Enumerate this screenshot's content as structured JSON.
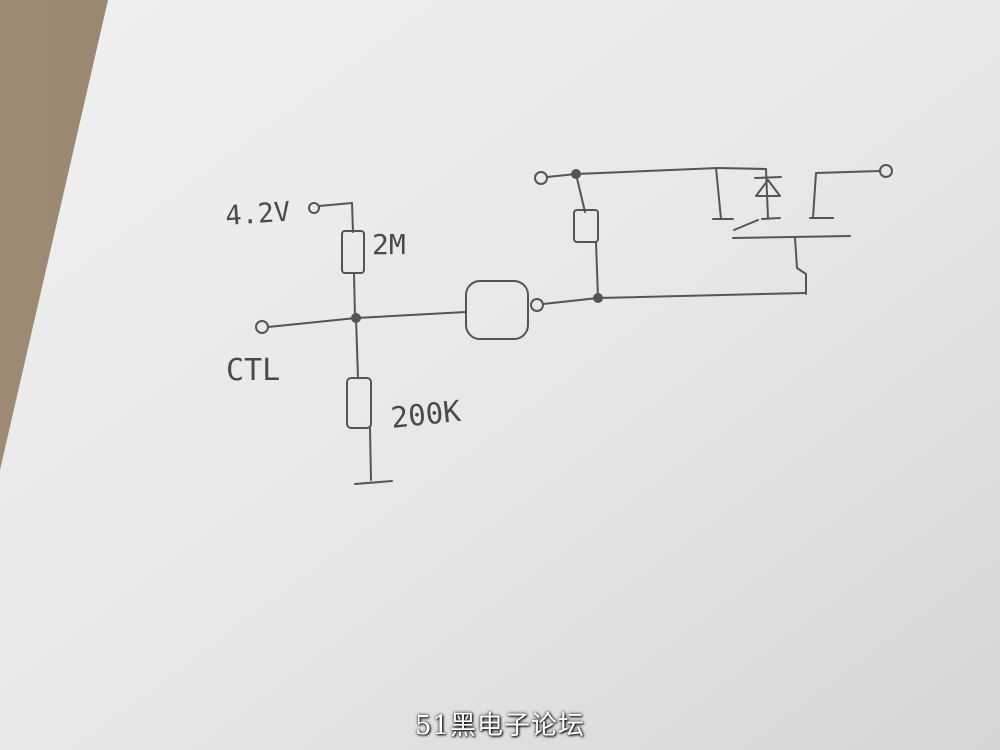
{
  "labels": {
    "supply": "4.2V",
    "r_top": "2M",
    "r_bottom": "200K",
    "ctl": "CTL"
  },
  "watermark": "51黑电子论坛",
  "colors": {
    "ink": "#555555",
    "paper": "#ececec",
    "desk": "#8b7a66"
  }
}
